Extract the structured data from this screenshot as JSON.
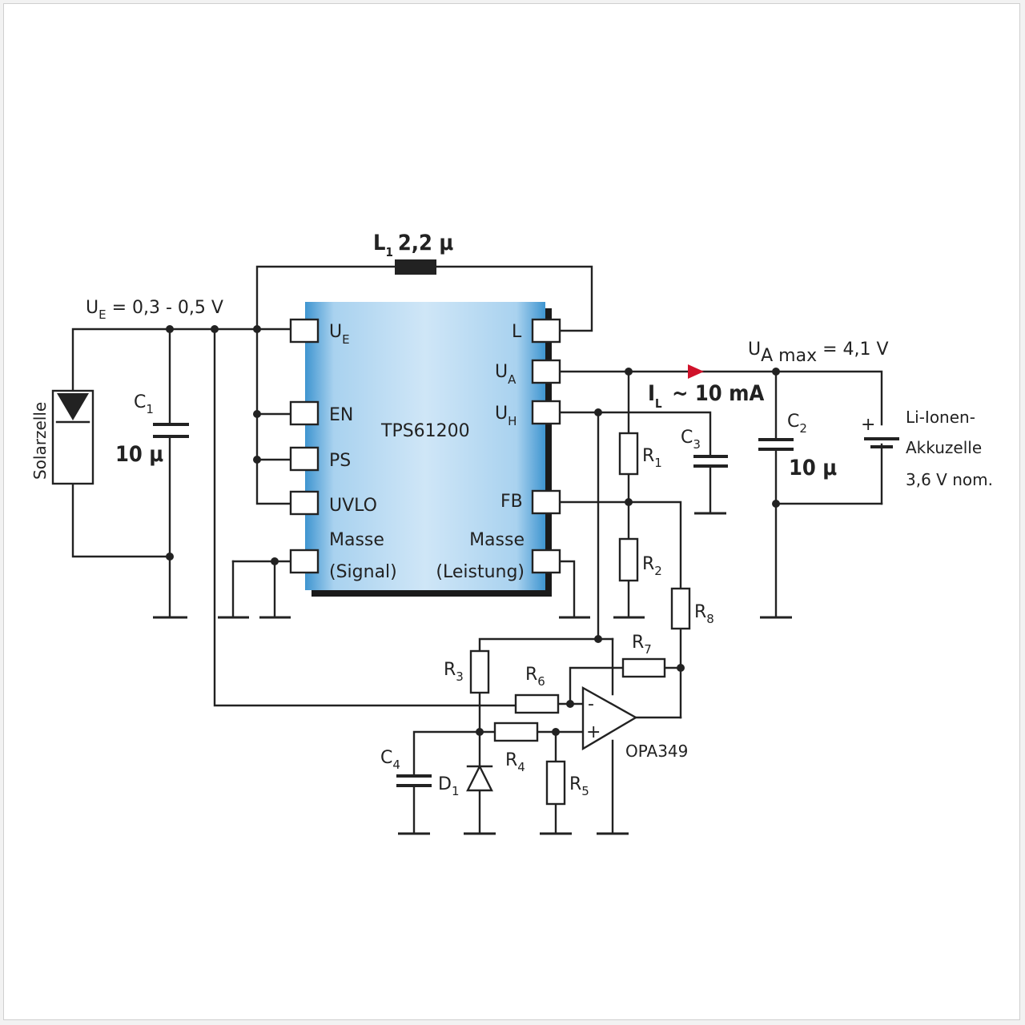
{
  "inductor": {
    "name": "L",
    "sub": "1",
    "value": "2,2 µ"
  },
  "input_voltage": {
    "symbol": "U",
    "sub": "E",
    "rest": " = 0,3 - 0,5 V"
  },
  "solar_cell": {
    "label": "Solarzelle"
  },
  "c1": {
    "name": "C",
    "sub": "1",
    "value": "10 µ"
  },
  "ic": {
    "label": "TPS61200",
    "pins_left": [
      {
        "main": "U",
        "sub": "E"
      },
      {
        "main": "EN"
      },
      {
        "main": "PS"
      },
      {
        "main": "UVLO"
      },
      {
        "main": "Masse",
        "line2": "(Signal)"
      }
    ],
    "pins_right": [
      {
        "main": "L"
      },
      {
        "main": "U",
        "sub": "A"
      },
      {
        "main": "U",
        "sub": "H"
      },
      {
        "main": "FB"
      },
      {
        "main": "Masse",
        "line2": "(Leistung)"
      }
    ]
  },
  "output_voltage": {
    "symbol": "U",
    "sub": "A max",
    "rest": " = 4,1 V"
  },
  "current": {
    "symbol": "I",
    "sub": "L",
    "value": " ~ 10 mA"
  },
  "c2": {
    "name": "C",
    "sub": "2",
    "value": "10 µ"
  },
  "c3": {
    "name": "C",
    "sub": "3"
  },
  "c4": {
    "name": "C",
    "sub": "4"
  },
  "battery": {
    "plus": "+",
    "line1": "Li-Ionen-",
    "line2": "Akkuzelle",
    "line3": "3,6 V nom."
  },
  "resistors": {
    "r1": {
      "name": "R",
      "sub": "1"
    },
    "r2": {
      "name": "R",
      "sub": "2"
    },
    "r3": {
      "name": "R",
      "sub": "3"
    },
    "r4": {
      "name": "R",
      "sub": "4"
    },
    "r5": {
      "name": "R",
      "sub": "5"
    },
    "r6": {
      "name": "R",
      "sub": "6"
    },
    "r7": {
      "name": "R",
      "sub": "7"
    },
    "r8": {
      "name": "R",
      "sub": "8"
    }
  },
  "d1": {
    "name": "D",
    "sub": "1"
  },
  "opamp": {
    "label": "OPA349",
    "minus": "-",
    "plus": "+"
  },
  "colors": {
    "ic_light": "#cfe6f7",
    "ic_dark": "#3f95d0",
    "arrow": "#d0122a",
    "wire": "#222222"
  }
}
